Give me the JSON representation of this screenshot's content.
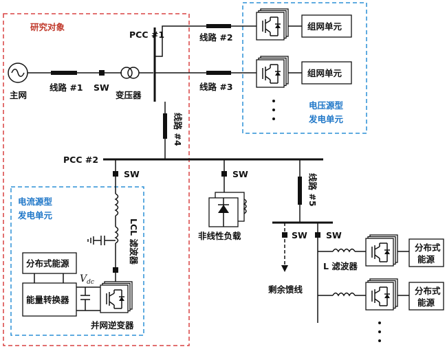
{
  "regions": {
    "study_object": "研究对象",
    "voltage_source": [
      "电压源型",
      "发电单元"
    ],
    "current_source": [
      "电流源型",
      "发电单元"
    ]
  },
  "labels": {
    "main_grid": "主网",
    "line1": "线路 #1",
    "sw": "SW",
    "transformer": "变压器",
    "pcc1": "PCC #1",
    "line2": "线路 #2",
    "line3": "线路 #3",
    "line4": "线路 #4",
    "line5": "线路 #5",
    "grid_forming_unit": "组网单元",
    "pcc2": "PCC #2",
    "lcl_filter": "LCL 滤波器",
    "distributed_source": "分布式能源",
    "energy_converter": "能量转换器",
    "vdc_main": "V",
    "vdc_sub": "dc",
    "grid_inverter": "并网逆变器",
    "nonlinear_load": "非线性负载",
    "remaining_feeder": "剩余馈线",
    "l_filter": "L 滤波器",
    "distributed_source_short": [
      "分布式",
      "能源"
    ]
  },
  "colors": {
    "study_object_border": "#d94040",
    "generation_border": "#2a8fd6",
    "study_object_text": "#c0392b",
    "generation_text": "#1f77c8"
  }
}
